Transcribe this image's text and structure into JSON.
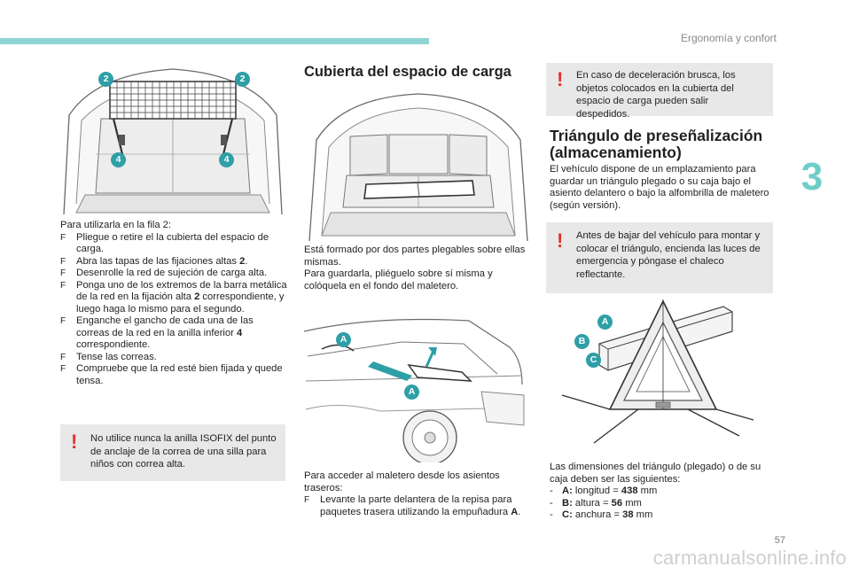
{
  "header": {
    "title": "Ergonomía y confort"
  },
  "chapter": {
    "number": "3"
  },
  "page": {
    "number": "57"
  },
  "watermark": "carmanualsonline.info",
  "col1": {
    "intro": "Para utilizarla en la fila 2:",
    "bullet_marker": "F",
    "bullets": [
      [
        {
          "t": "Pliegue o retire el la cubierta del espacio de carga."
        }
      ],
      [
        {
          "t": "Abra las tapas de las fijaciones altas "
        },
        {
          "t": "2",
          "b": true
        },
        {
          "t": "."
        }
      ],
      [
        {
          "t": "Desenrolle la red de sujeción de carga alta."
        }
      ],
      [
        {
          "t": "Ponga uno de los extremos de la barra metálica de la red en la fijación alta "
        },
        {
          "t": "2",
          "b": true
        },
        {
          "t": " correspondiente, y luego haga lo mismo para el segundo."
        }
      ],
      [
        {
          "t": "Enganche el gancho de cada una de las correas de la red en la anilla inferior "
        },
        {
          "t": "4",
          "b": true
        },
        {
          "t": " correspondiente."
        }
      ],
      [
        {
          "t": "Tense las correas."
        }
      ],
      [
        {
          "t": "Compruebe que la red esté bien fijada y quede tensa."
        }
      ]
    ],
    "warning": "No utilice nunca la anilla ISOFIX del punto de anclaje de la correa de una silla para niños con correa alta.",
    "callouts": [
      "2",
      "2",
      "4",
      "4"
    ]
  },
  "col2": {
    "heading": "Cubierta del espacio de carga",
    "para1": [
      "Está formado por dos partes plegables sobre ellas mismas.",
      "Para guardarla, pliéguelo sobre sí misma y colóquela en el fondo del maletero."
    ],
    "para2": "Para acceder al maletero desde los asientos traseros:",
    "bullet": [
      {
        "t": "Levante la parte delantera de la repisa para paquetes trasera utilizando la empuñadura "
      },
      {
        "t": "A",
        "b": true
      },
      {
        "t": "."
      }
    ],
    "callouts": [
      "A",
      "A"
    ]
  },
  "col3": {
    "warning1": "En caso de deceleración brusca, los objetos colocados en la cubierta del espacio de carga pueden salir despedidos.",
    "heading_line1": "Triángulo de preseñalización",
    "heading_line2": "(almacenamiento)",
    "para1": "El vehículo dispone de un emplazamiento para guardar un triángulo plegado o su caja bajo el asiento delantero o bajo la alfombrilla de maletero (según versión).",
    "warning2": "Antes de bajar del vehículo para montar y colocar el triángulo, encienda las luces de emergencia y póngase el chaleco reflectante.",
    "para2": "Las dimensiones del triángulo (plegado) o de su caja deben ser las siguientes:",
    "dash_marker": "-",
    "dims": [
      {
        "label": "A:",
        "text": " longitud = ",
        "value": "438",
        "unit": " mm"
      },
      {
        "label": "B:",
        "text": " altura = ",
        "value": "56",
        "unit": " mm"
      },
      {
        "label": "C:",
        "text": " anchura = ",
        "value": "38",
        "unit": " mm"
      }
    ],
    "callouts": [
      "A",
      "B",
      "C"
    ]
  },
  "warn_mark": "!",
  "colors": {
    "accent": "#8fd4d4",
    "chapter": "#6fcdc8",
    "callout": "#2f9fa7",
    "warning": "#e4312b",
    "box": "#e8e8e8"
  }
}
